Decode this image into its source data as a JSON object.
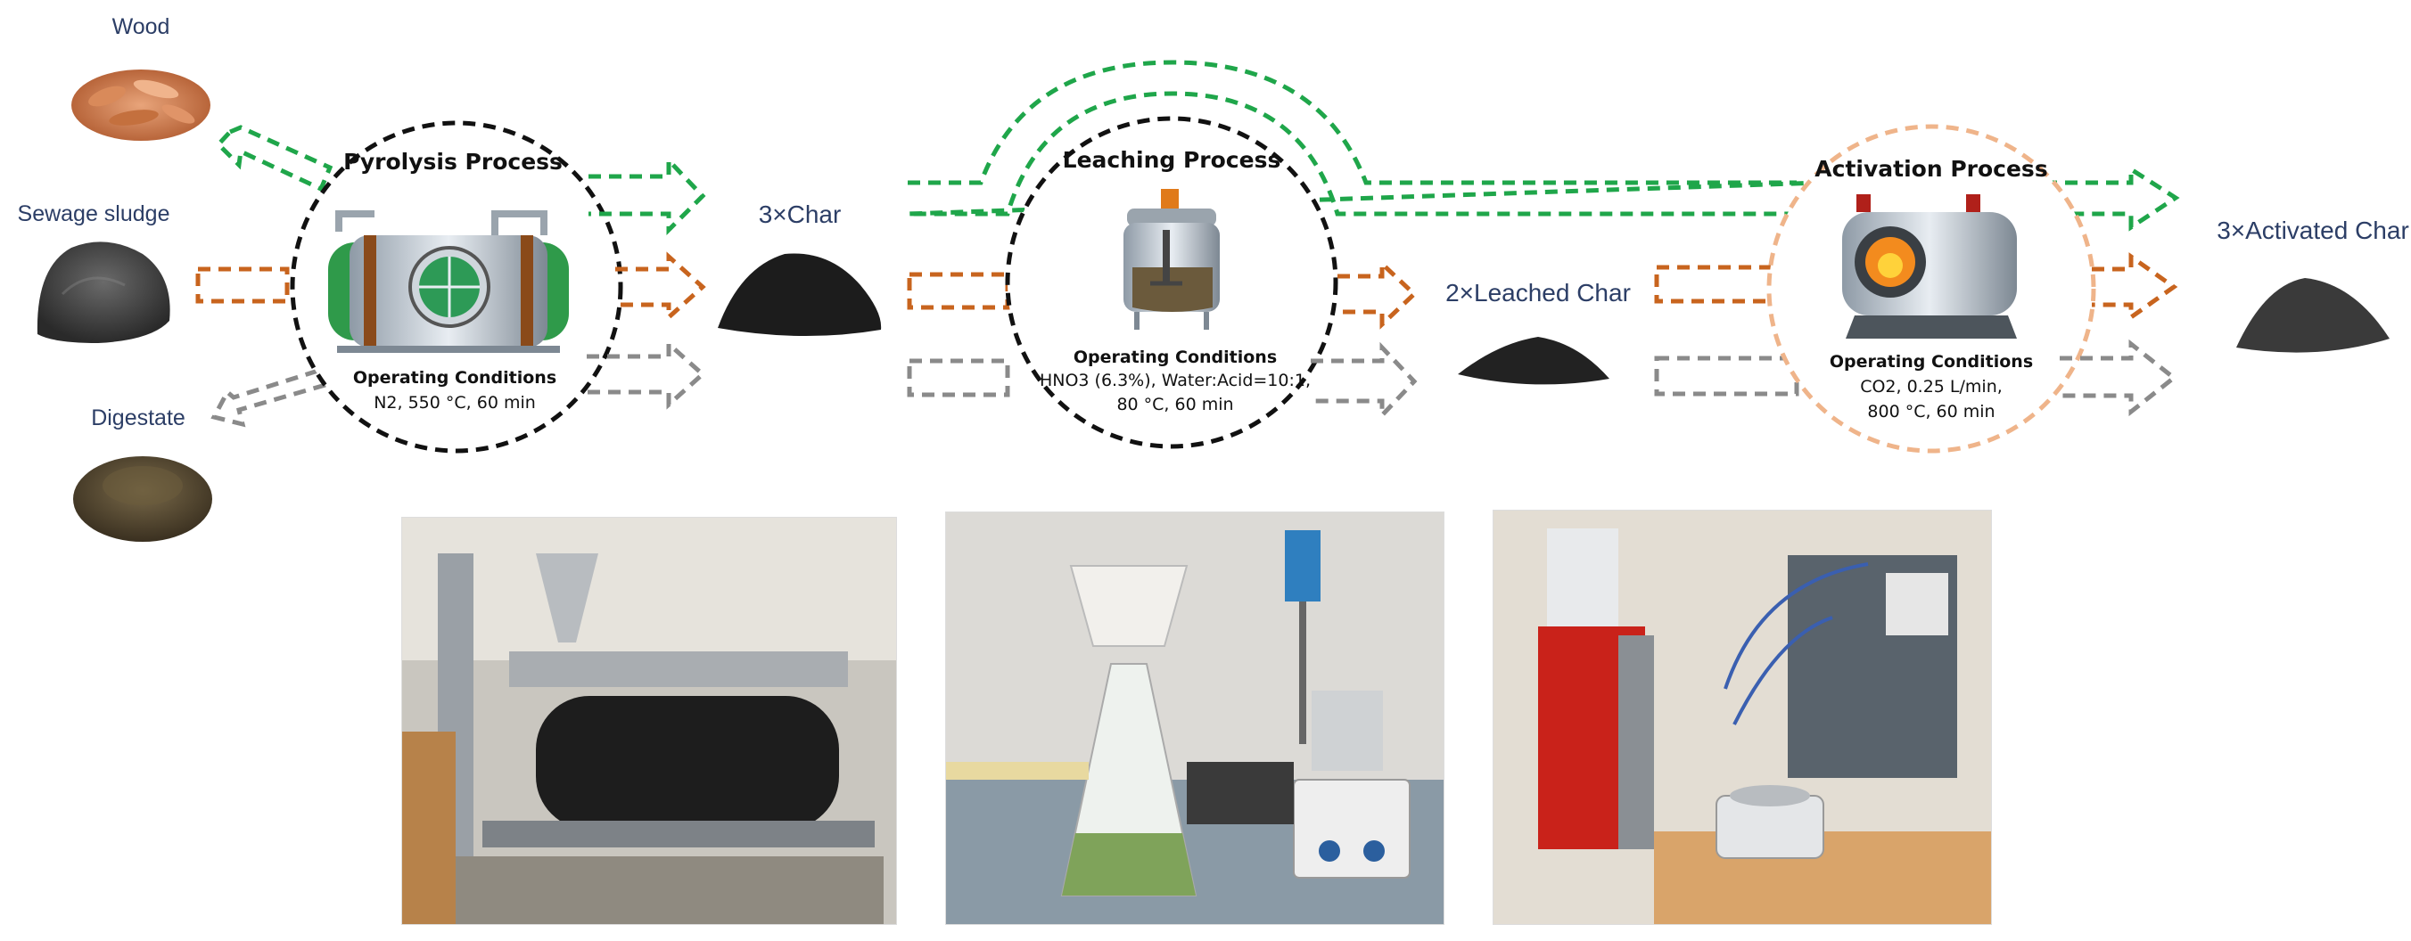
{
  "feedstocks": {
    "wood": "Wood",
    "sewage_sludge": "Sewage sludge",
    "digestate": "Digestate"
  },
  "pyrolysis": {
    "title": "Pyrolysis Process",
    "conditions_title": "Operating Conditions",
    "conditions_line1": "N2, 550 °C, 60 min"
  },
  "char_label": "3×Char",
  "leaching": {
    "title": "Leaching Process",
    "conditions_title": "Operating Conditions",
    "conditions_line1": "HNO3 (6.3%), Water:Acid=10:1,",
    "conditions_line2": "80 °C, 60 min"
  },
  "leached_char_label": "2×Leached Char",
  "activation": {
    "title": "Activation Process",
    "conditions_title": "Operating Conditions",
    "conditions_line1": "CO2, 0.25 L/min,",
    "conditions_line2": "800 °C, 60 min"
  },
  "activated_char_label": "3×Activated Char",
  "colors": {
    "wood_stream": "#1fa64a",
    "sludge_stream": "#c8641e",
    "digestate_stream": "#8a8a8a",
    "pyrolysis_circle": "#111111",
    "leaching_circle": "#111111",
    "activation_circle": "#efb48a",
    "label_text": "#2c3e66"
  }
}
